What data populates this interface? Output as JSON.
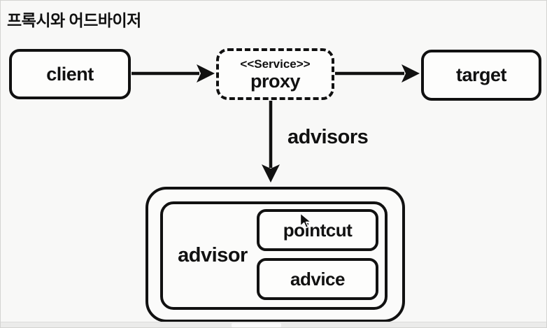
{
  "title": "프록시와 어드바이저",
  "colors": {
    "ink": "#111111",
    "background": "#f8f8f7",
    "box_fill": "#fdfdfc"
  },
  "diagram": {
    "nodes": {
      "client": {
        "label": "client"
      },
      "proxy": {
        "stereotype": "<<Service>>",
        "label": "proxy"
      },
      "target": {
        "label": "target"
      },
      "advisor": {
        "label": "advisor"
      },
      "pointcut": {
        "label": "pointcut"
      },
      "advice": {
        "label": "advice"
      }
    },
    "edges": [
      {
        "from": "client",
        "to": "proxy",
        "type": "solid-arrow"
      },
      {
        "from": "proxy",
        "to": "target",
        "type": "solid-arrow"
      },
      {
        "from": "proxy",
        "to": "advisor",
        "type": "solid-arrow",
        "label": "advisors"
      }
    ]
  }
}
